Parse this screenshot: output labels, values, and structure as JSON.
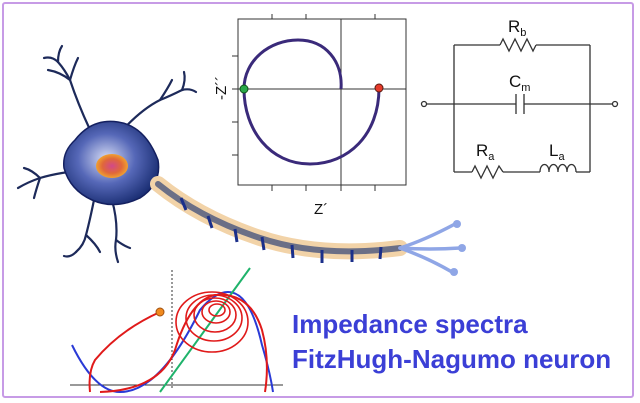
{
  "nyquist": {
    "x_label": "Z´",
    "y_label": "-Z´´"
  },
  "circuit": {
    "rb": {
      "main": "R",
      "sub": "b"
    },
    "cm": {
      "main": "C",
      "sub": "m"
    },
    "ra": {
      "main": "R",
      "sub": "a"
    },
    "la": {
      "main": "L",
      "sub": "a"
    }
  },
  "title": {
    "line1": "Impedance spectra",
    "line2": "FitzHugh-Nagumo neuron"
  },
  "colors": {
    "frame": "#c79be6",
    "title": "#3b3fd6",
    "spiral": "#3a2a7a",
    "orbit": "#e01a1a",
    "nullcline_v": "#2a3ad6",
    "nullcline_w": "#1fb36b"
  }
}
